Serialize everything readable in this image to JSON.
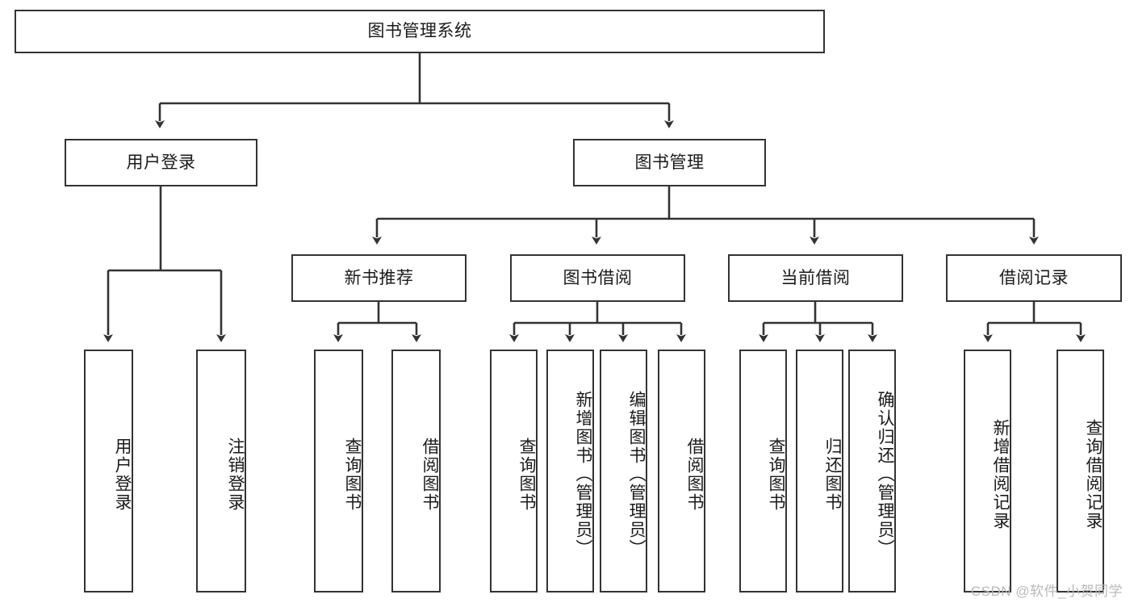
{
  "diagram": {
    "type": "tree",
    "title": "图书管理系统",
    "orientation": "top-down",
    "style": {
      "box_fill": "#ffffff",
      "box_stroke": "#333333",
      "edge_stroke": "#333333",
      "text_color": "#1a1a1a",
      "background": "#ffffff",
      "watermark_color": "#b9b9b9"
    },
    "nodes": {
      "root": {
        "label": "图书管理系统",
        "level": 0,
        "orientation": "horizontal"
      },
      "user_login": {
        "label": "用户登录",
        "level": 1,
        "orientation": "horizontal"
      },
      "book_manage": {
        "label": "图书管理",
        "level": 1,
        "orientation": "horizontal"
      },
      "new_book_rec": {
        "label": "新书推荐",
        "level": 2,
        "orientation": "horizontal"
      },
      "book_borrow": {
        "label": "图书借阅",
        "level": 2,
        "orientation": "horizontal"
      },
      "current_borrow": {
        "label": "当前借阅",
        "level": 2,
        "orientation": "horizontal"
      },
      "borrow_record": {
        "label": "借阅记录",
        "level": 2,
        "orientation": "horizontal"
      },
      "leaf_user_login": {
        "label": "用户登录",
        "level": 2,
        "orientation": "vertical"
      },
      "leaf_logout": {
        "label": "注销登录",
        "level": 2,
        "orientation": "vertical"
      },
      "leaf_query_book_1": {
        "label": "查询图书",
        "level": 3,
        "orientation": "vertical"
      },
      "leaf_borrow_book_1": {
        "label": "借阅图书",
        "level": 3,
        "orientation": "vertical"
      },
      "leaf_query_book_2": {
        "label": "查询图书",
        "level": 3,
        "orientation": "vertical"
      },
      "leaf_add_book": {
        "label": "新增图书（管理员）",
        "level": 3,
        "orientation": "vertical"
      },
      "leaf_edit_book": {
        "label": "编辑图书（管理员）",
        "level": 3,
        "orientation": "vertical"
      },
      "leaf_borrow_book_2": {
        "label": "借阅图书",
        "level": 3,
        "orientation": "vertical"
      },
      "leaf_query_book_3": {
        "label": "查询图书",
        "level": 3,
        "orientation": "vertical"
      },
      "leaf_return_book": {
        "label": "归还图书",
        "level": 3,
        "orientation": "vertical"
      },
      "leaf_confirm_return": {
        "label": "确认归还（管理员）",
        "level": 3,
        "orientation": "vertical"
      },
      "leaf_add_record": {
        "label": "新增借阅记录",
        "level": 3,
        "orientation": "vertical"
      },
      "leaf_query_record": {
        "label": "查询借阅记录",
        "level": 3,
        "orientation": "vertical"
      }
    },
    "edges": [
      {
        "from": "root",
        "to": "user_login"
      },
      {
        "from": "root",
        "to": "book_manage"
      },
      {
        "from": "user_login",
        "to": "leaf_user_login"
      },
      {
        "from": "user_login",
        "to": "leaf_logout"
      },
      {
        "from": "book_manage",
        "to": "new_book_rec"
      },
      {
        "from": "book_manage",
        "to": "book_borrow"
      },
      {
        "from": "book_manage",
        "to": "current_borrow"
      },
      {
        "from": "book_manage",
        "to": "borrow_record"
      },
      {
        "from": "new_book_rec",
        "to": "leaf_query_book_1"
      },
      {
        "from": "new_book_rec",
        "to": "leaf_borrow_book_1"
      },
      {
        "from": "book_borrow",
        "to": "leaf_query_book_2"
      },
      {
        "from": "book_borrow",
        "to": "leaf_add_book"
      },
      {
        "from": "book_borrow",
        "to": "leaf_edit_book"
      },
      {
        "from": "book_borrow",
        "to": "leaf_borrow_book_2"
      },
      {
        "from": "current_borrow",
        "to": "leaf_query_book_3"
      },
      {
        "from": "current_borrow",
        "to": "leaf_return_book"
      },
      {
        "from": "current_borrow",
        "to": "leaf_confirm_return"
      },
      {
        "from": "borrow_record",
        "to": "leaf_add_record"
      },
      {
        "from": "borrow_record",
        "to": "leaf_query_record"
      }
    ]
  },
  "watermark": {
    "text": "CSDN @软件_小贺同学"
  }
}
